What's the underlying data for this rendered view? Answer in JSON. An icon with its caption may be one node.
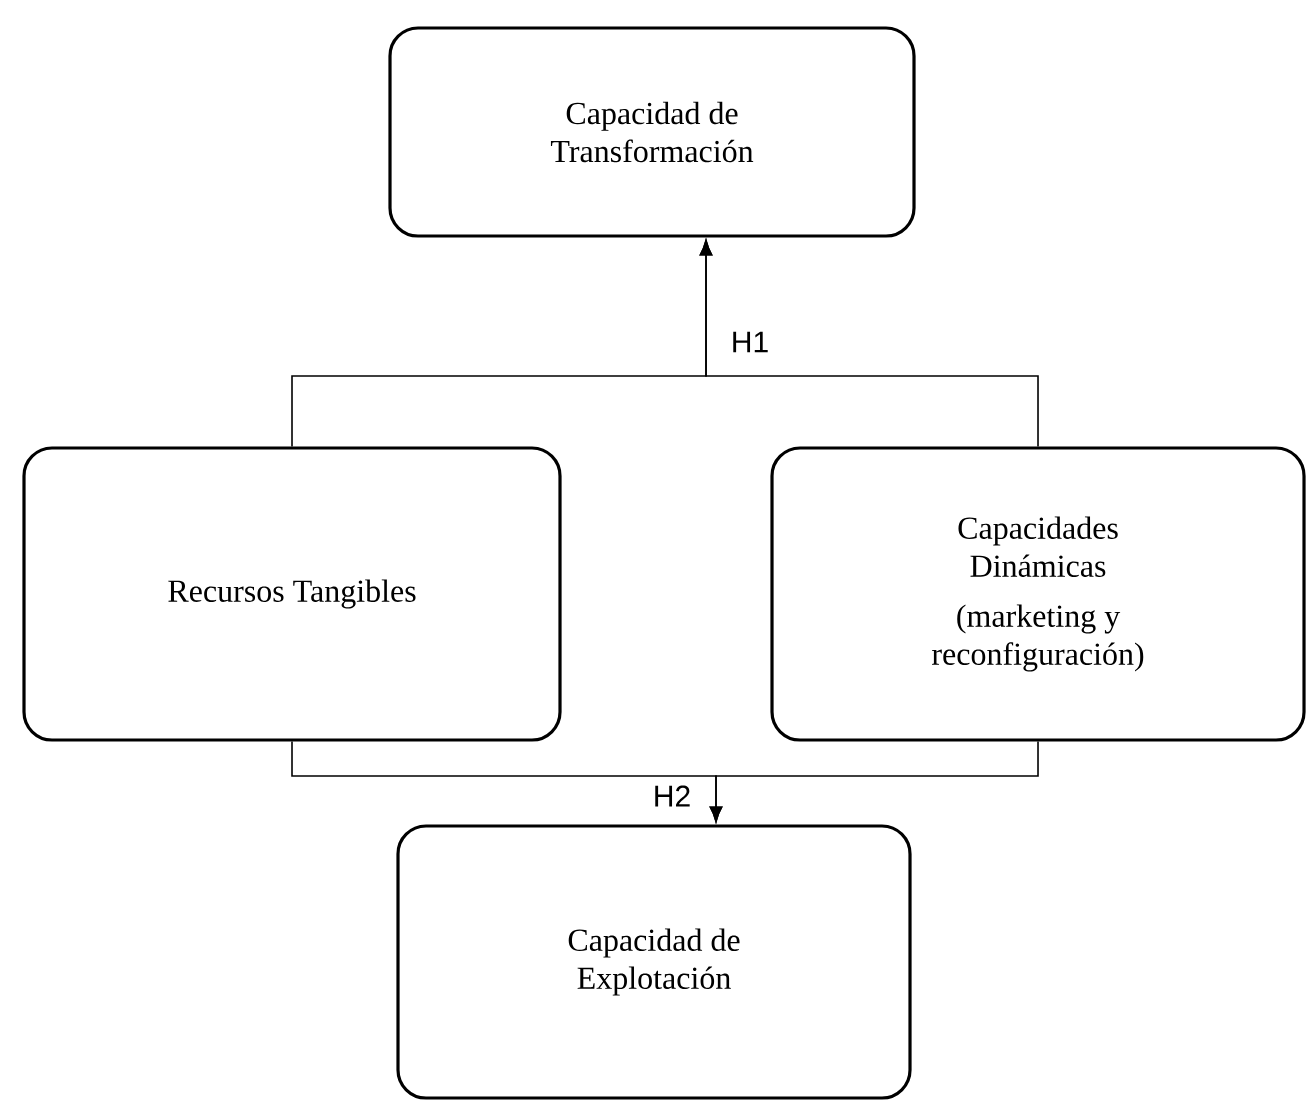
{
  "diagram": {
    "nodes": [
      {
        "text": [
          "Capacidad de Transformación"
        ]
      },
      {
        "text": [
          "Recursos Tangibles"
        ]
      },
      {
        "text": [
          "Capacidades Dinámicas",
          "(marketing y reconfiguración)"
        ]
      },
      {
        "text": [
          "Capacidad de Explotación"
        ]
      }
    ],
    "edges": [
      {
        "from": 1,
        "to": 0,
        "arrow": "to",
        "label": "H1"
      },
      {
        "from": 2,
        "to": 0,
        "arrow": "to"
      },
      {
        "from": 1,
        "to": 3,
        "arrow": "to",
        "label": "H2"
      },
      {
        "from": 2,
        "to": 3,
        "arrow": "to"
      }
    ]
  }
}
